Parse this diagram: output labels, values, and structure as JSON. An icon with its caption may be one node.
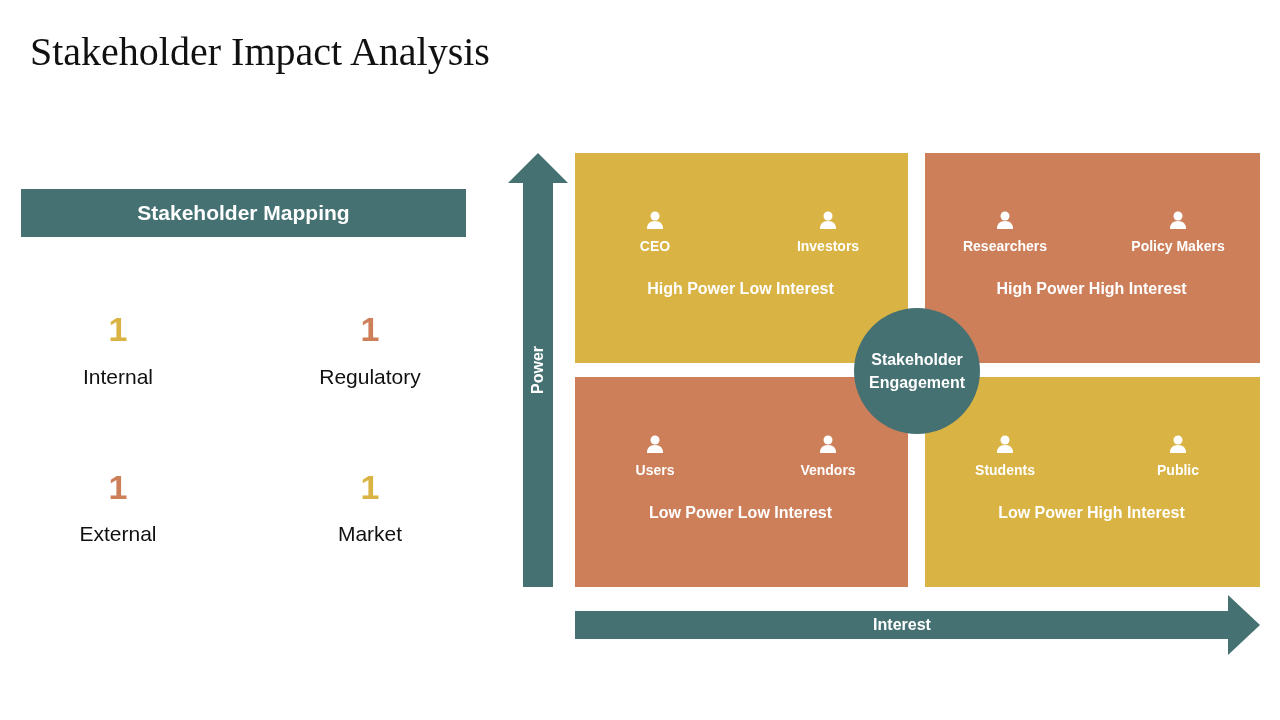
{
  "diagram": {
    "title": "Stakeholder Impact Analysis",
    "nodes": [
      {
        "text": [
          "Stakeholder Mapping"
        ]
      },
      {
        "text": [
          "CEO",
          "Investors",
          "High Power Low Interest"
        ]
      },
      {
        "text": [
          "Researchers",
          "Policy Makers",
          "High Power High Interest"
        ]
      },
      {
        "text": [
          "Users",
          "Vendors",
          "Low Power Low Interest"
        ]
      },
      {
        "text": [
          "Students",
          "Public",
          "Low Power High Interest"
        ]
      },
      {
        "text": [
          "Stakeholder Engagement"
        ]
      }
    ],
    "edges": [],
    "labels": [
      "1",
      "Internal",
      "1",
      "Regulatory",
      "1",
      "External",
      "1",
      "Market",
      "Power",
      "Interest"
    ]
  }
}
